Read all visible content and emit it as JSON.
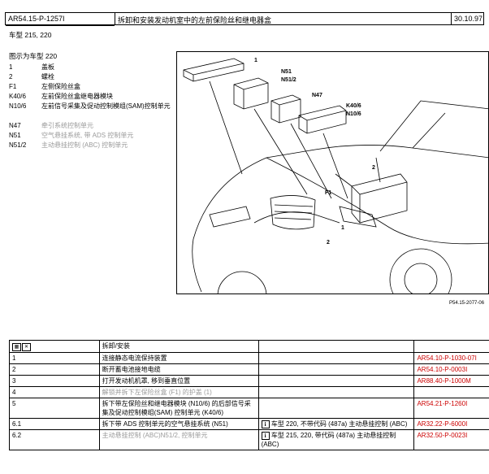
{
  "header": {
    "doc_code": "AR54.15-P-1257I",
    "title": "拆卸和安装发动机室中的左前保险丝和继电器盒",
    "date": "30.10.97"
  },
  "vehicle_line": "车型   215, 220",
  "figure_note": "图示为车型 220",
  "legend": [
    {
      "code": "1",
      "desc": "盖板",
      "grey": false
    },
    {
      "code": "2",
      "desc": "螺栓",
      "grey": false
    },
    {
      "code": "F1",
      "desc": "左侧保险丝盒",
      "grey": false
    },
    {
      "code": "K40/6",
      "desc": "左前保险丝盒继电器模块",
      "grey": false
    },
    {
      "code": "N10/6",
      "desc": "左前信号采集及促动控制模组(SAM)控制单元",
      "grey": false,
      "two_line": true
    },
    {
      "code": "N47",
      "desc": "牵引系统控制单元",
      "grey": true
    },
    {
      "code": "N51",
      "desc": "空气悬挂系统, 带 ADS 控制单元",
      "grey": true
    },
    {
      "code": "N51/2",
      "desc": "主动悬挂控制 (ABC) 控制单元",
      "grey": true
    }
  ],
  "figure": {
    "callouts": [
      "1",
      "N51",
      "N51/2",
      "N47",
      "K40/6",
      "N10/6",
      "2",
      "F1",
      "1",
      "2"
    ],
    "ref": "P54.15-2077-06"
  },
  "steps_header": {
    "col2": "拆卸/安装"
  },
  "steps": [
    {
      "no": "1",
      "text": "连接静态电流保持装置",
      "note": "",
      "ref": "AR54.10-P-1030-07I"
    },
    {
      "no": "2",
      "text": "断开蓄电池接地电缆",
      "note": "",
      "ref": "AR54.10-P-0003I"
    },
    {
      "no": "3",
      "text": "打开发动机机罩, 移到垂直位置",
      "note": "",
      "ref": "AR88.40-P-1000M"
    },
    {
      "no": "4",
      "text": "解锁并拆下左保险丝盒 (F1) 的护盖 (1)",
      "note": "",
      "ref": ""
    },
    {
      "no": "5",
      "text": "拆下带左保险丝和继电器模块 (N10/6) 的后部信号采集及促动控制模组(SAM) 控制单元 (K40/6)",
      "note": "",
      "ref": "AR54.21-P-1260I"
    },
    {
      "no": "6.1",
      "text": "拆下带 ADS 控制单元的空气悬挂系统 (N51)",
      "note": "车型 220, 不带代码 (487a) 主动悬挂控制 (ABC)",
      "ref": "AR32.22-P-6000I"
    },
    {
      "no": "6.2",
      "text": "主动悬挂控制 (ABC)N51/2, 控制单元",
      "note": "车型 215, 220, 带代码 (487a) 主动悬挂控制 (ABC)",
      "ref": "AR32.50-P-0023I"
    }
  ]
}
